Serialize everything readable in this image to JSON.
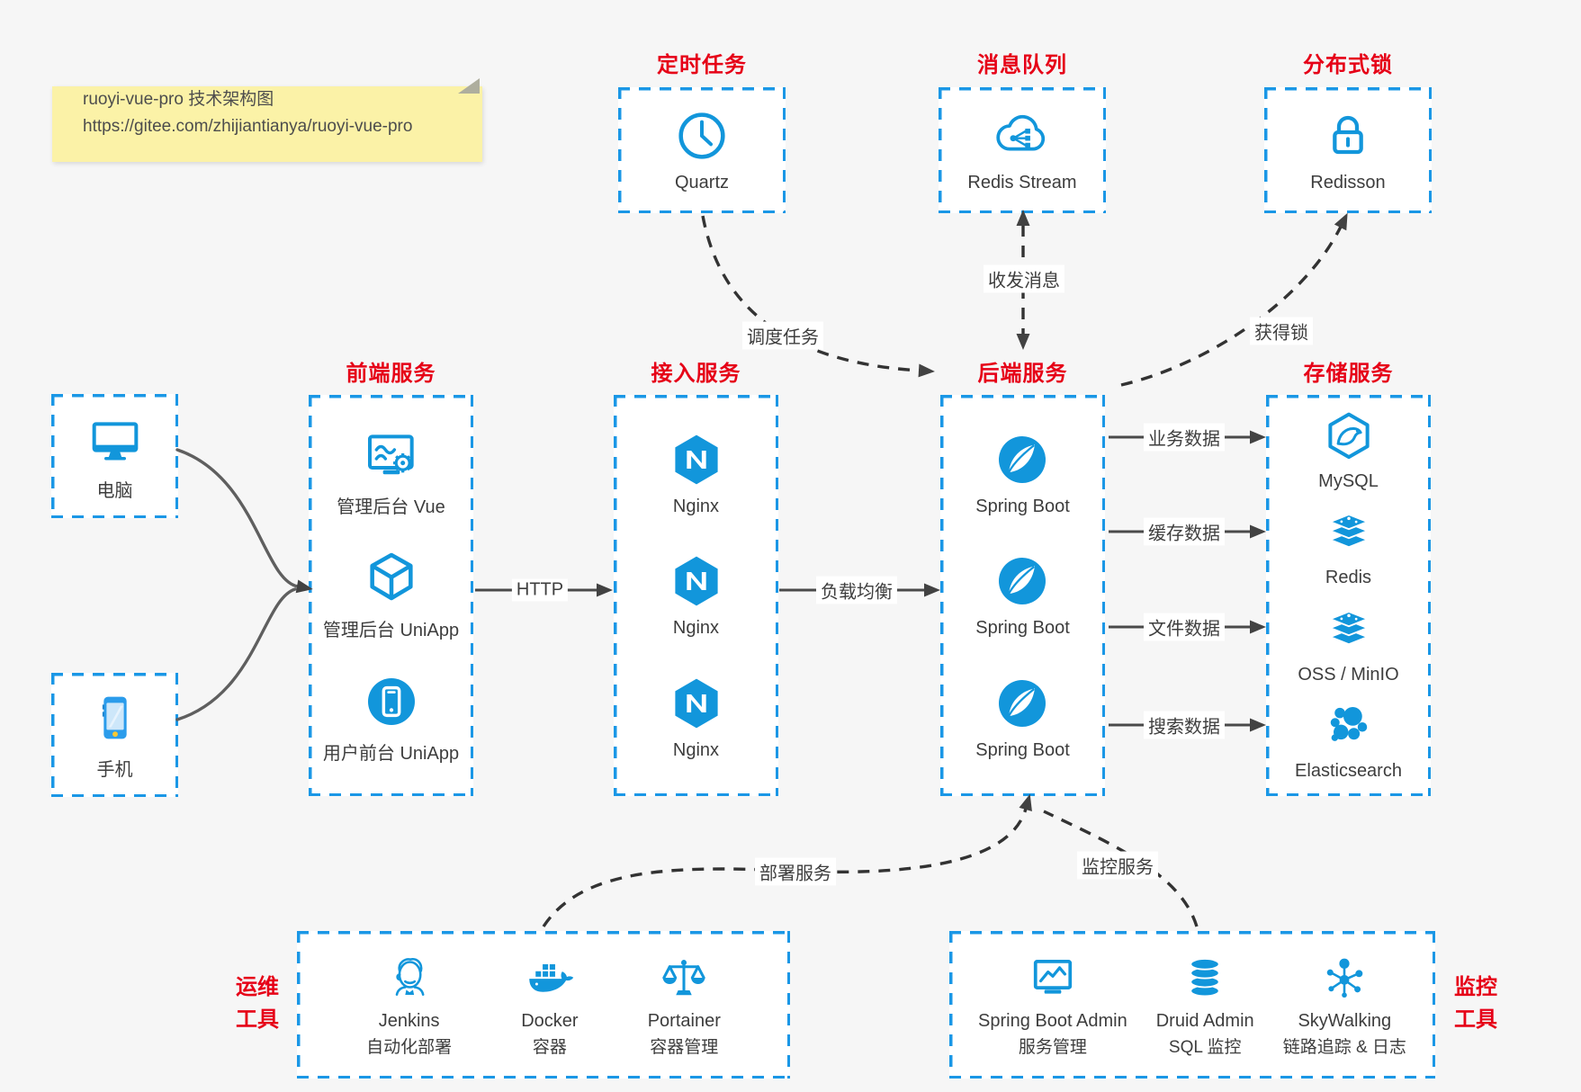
{
  "note": {
    "line1": "ruoyi-vue-pro 技术架构图",
    "line2": "https://gitee.com/zhijiantianya/ruoyi-vue-pro"
  },
  "colors": {
    "accent_blue": "#1296db",
    "border_blue": "#1a97e6",
    "title_red": "#e60017",
    "note_bg": "#fbf2a7",
    "arrow_dark": "#424242"
  },
  "groups": {
    "scheduled": {
      "title": "定时任务",
      "items": [
        {
          "name": "Quartz",
          "icon": "clock-icon"
        }
      ]
    },
    "mq": {
      "title": "消息队列",
      "items": [
        {
          "name": "Redis Stream",
          "icon": "cloud-share-icon"
        }
      ]
    },
    "lock": {
      "title": "分布式锁",
      "items": [
        {
          "name": "Redisson",
          "icon": "lock-icon"
        }
      ]
    },
    "clients": {
      "items": [
        {
          "name": "电脑",
          "icon": "desktop-icon"
        },
        {
          "name": "手机",
          "icon": "smartphone-icon"
        }
      ]
    },
    "frontend": {
      "title": "前端服务",
      "items": [
        {
          "name": "管理后台 Vue",
          "icon": "admin-screen-gear-icon"
        },
        {
          "name": "管理后台 UniApp",
          "icon": "uni-box-icon"
        },
        {
          "name": "用户前台 UniApp",
          "icon": "uni-circle-phone-icon"
        }
      ]
    },
    "gateway": {
      "title": "接入服务",
      "items": [
        {
          "name": "Nginx",
          "icon": "nginx-icon"
        },
        {
          "name": "Nginx",
          "icon": "nginx-icon"
        },
        {
          "name": "Nginx",
          "icon": "nginx-icon"
        }
      ]
    },
    "backend": {
      "title": "后端服务",
      "items": [
        {
          "name": "Spring Boot",
          "icon": "spring-icon"
        },
        {
          "name": "Spring Boot",
          "icon": "spring-icon"
        },
        {
          "name": "Spring Boot",
          "icon": "spring-icon"
        }
      ]
    },
    "storage": {
      "title": "存储服务",
      "items": [
        {
          "name": "MySQL",
          "icon": "mysql-icon"
        },
        {
          "name": "Redis",
          "icon": "layers-icon"
        },
        {
          "name": "OSS / MinIO",
          "icon": "layers-icon"
        },
        {
          "name": "Elasticsearch",
          "icon": "elastic-cluster-icon"
        }
      ]
    },
    "ops": {
      "title_line1": "运维",
      "title_line2": "工具",
      "items": [
        {
          "name": "Jenkins",
          "desc": "自动化部署",
          "icon": "jenkins-icon"
        },
        {
          "name": "Docker",
          "desc": "容器",
          "icon": "docker-whale-icon"
        },
        {
          "name": "Portainer",
          "desc": "容器管理",
          "icon": "scales-icon"
        }
      ]
    },
    "monitoring": {
      "title_line1": "监控",
      "title_line2": "工具",
      "items": [
        {
          "name": "Spring Boot Admin",
          "desc": "服务管理",
          "icon": "monitor-chart-icon"
        },
        {
          "name": "Druid Admin",
          "desc": "SQL 监控",
          "icon": "database-icon"
        },
        {
          "name": "SkyWalking",
          "desc": "链路追踪 & 日志",
          "icon": "hub-network-icon"
        }
      ]
    }
  },
  "edges": {
    "http": "HTTP",
    "load_balance": "负载均衡",
    "biz_data": "业务数据",
    "cache_data": "缓存数据",
    "file_data": "文件数据",
    "search_data": "搜索数据",
    "schedule_task": "调度任务",
    "send_receive_message": "收发消息",
    "acquire_lock": "获得锁",
    "deploy_service": "部署服务",
    "monitor_service": "监控服务"
  }
}
